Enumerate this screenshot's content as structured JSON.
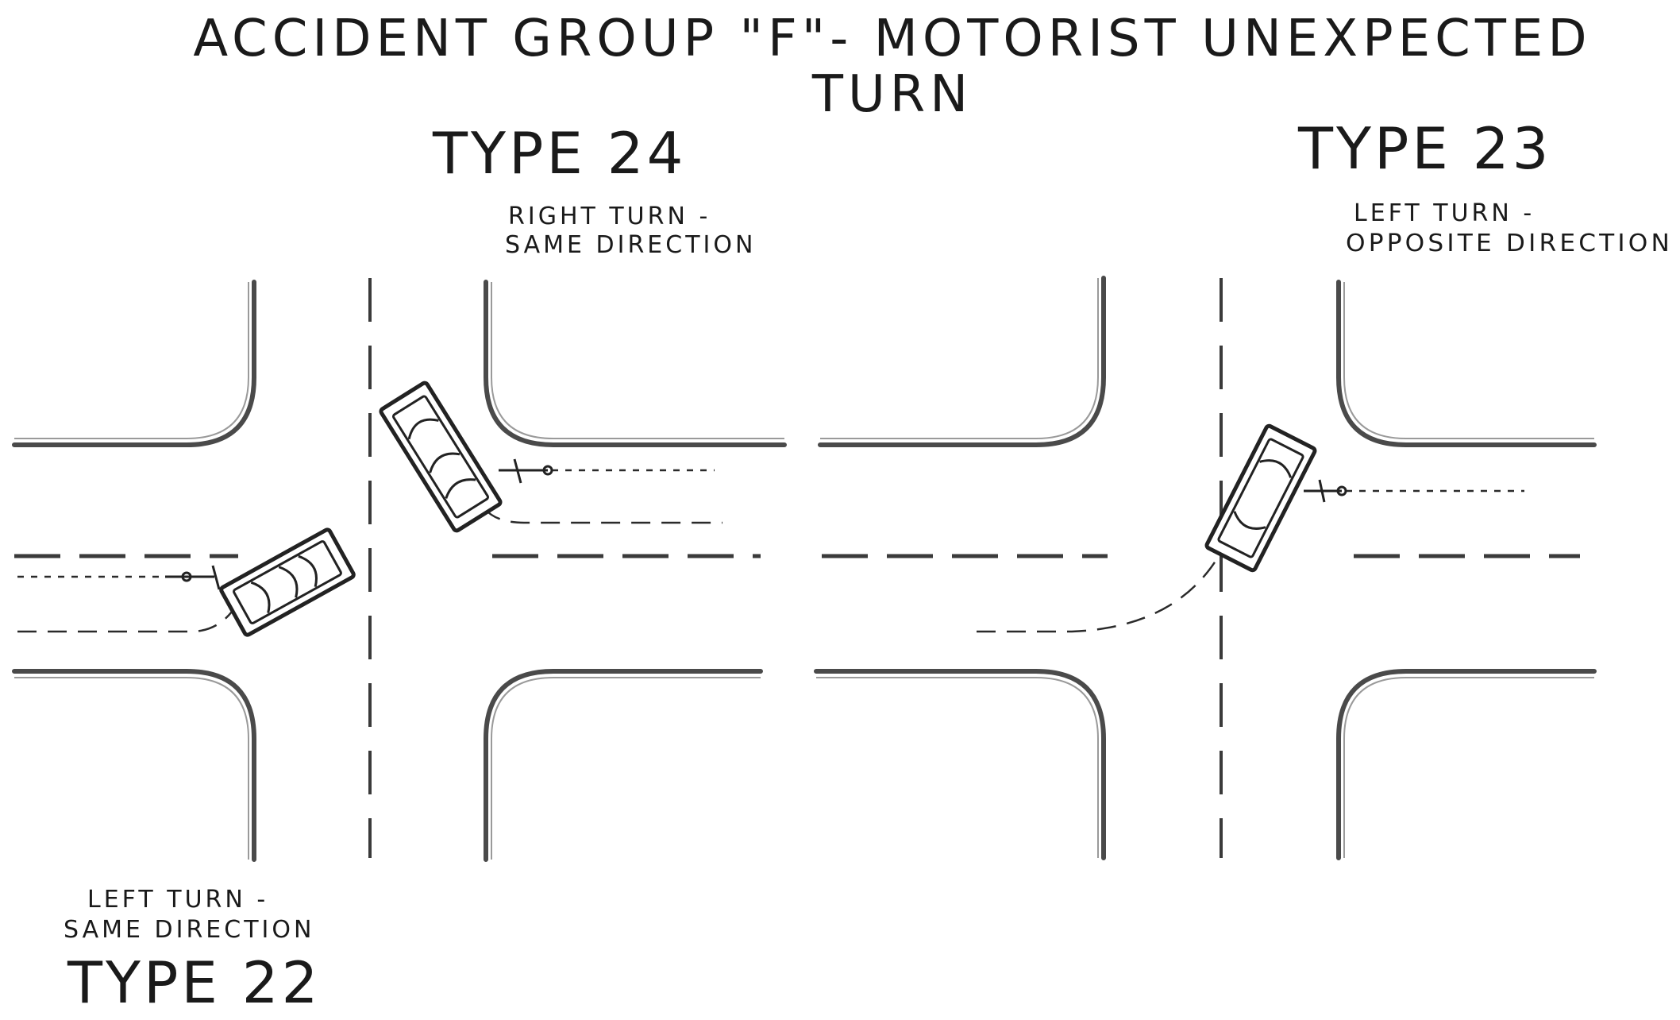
{
  "title": {
    "line1": "Accident Group \"F\"- Motorist Unexpected",
    "line2": "Turn"
  },
  "scenarios": [
    {
      "type": "Type 24",
      "desc1": "Right turn -",
      "desc2": "Same direction"
    },
    {
      "type": "Type 23",
      "desc1": "Left turn -",
      "desc2": "Opposite direction"
    },
    {
      "type": "Type 22",
      "desc1": "Left turn -",
      "desc2": "Same direction"
    }
  ]
}
